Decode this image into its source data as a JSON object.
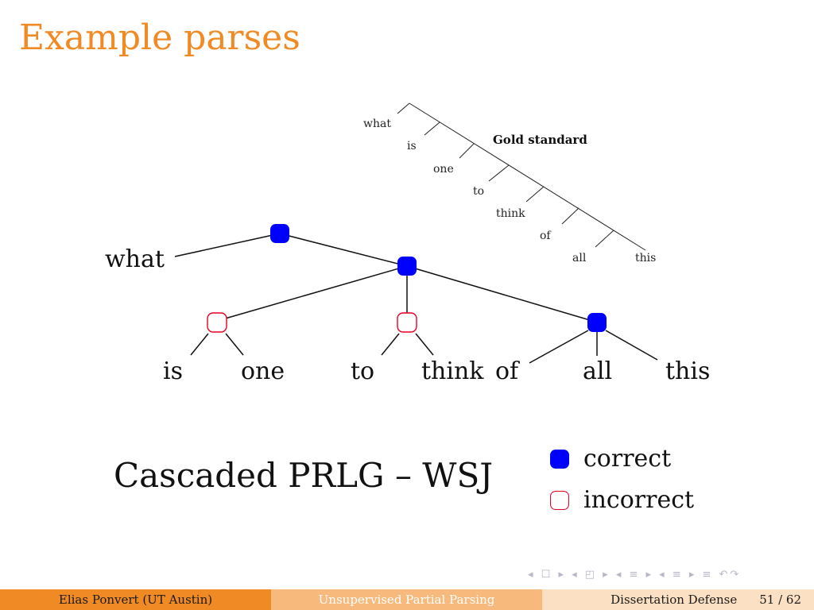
{
  "title": "Example parses",
  "gold": {
    "label": "Gold standard",
    "words": [
      "what",
      "is",
      "one",
      "to",
      "think",
      "of",
      "all",
      "this"
    ]
  },
  "parse": {
    "words": [
      "what",
      "is",
      "one",
      "to",
      "think",
      "of",
      "all",
      "this"
    ],
    "nodes": [
      {
        "id": "n-root",
        "status": "correct"
      },
      {
        "id": "n-inner",
        "status": "correct"
      },
      {
        "id": "n-is-one",
        "status": "incorrect"
      },
      {
        "id": "n-to-think",
        "status": "incorrect"
      },
      {
        "id": "n-of-all-this",
        "status": "correct"
      }
    ]
  },
  "caption": "Cascaded PRLG – WSJ",
  "legend": {
    "correct": "correct",
    "incorrect": "incorrect"
  },
  "colors": {
    "accent": "#f08a24",
    "correct": "#0000ff",
    "incorrect": "#e8001c"
  },
  "footer": {
    "author": "Elias Ponvert  (UT Austin)",
    "talk": "Unsupervised Partial Parsing",
    "event": "Dissertation Defense",
    "page": "51 / 62"
  },
  "nav": {
    "glyphs": "◂ ☐ ▸ ◂ ◰ ▸ ◂ ≡ ▸ ◂ ≡ ▸ ≡ ↶↷"
  }
}
